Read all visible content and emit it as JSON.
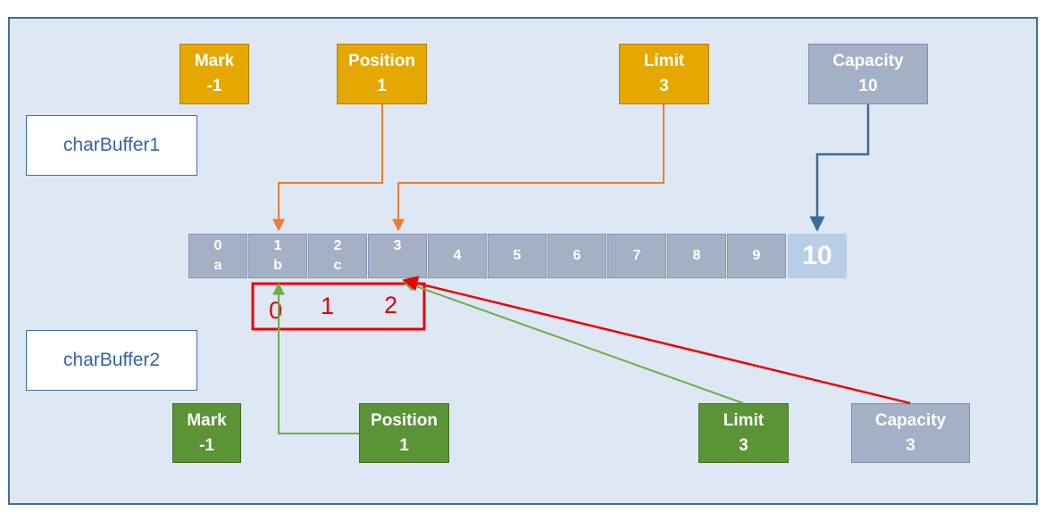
{
  "buffer1": {
    "name": "charBuffer1",
    "mark": {
      "label": "Mark",
      "value": "-1"
    },
    "position": {
      "label": "Position",
      "value": "1"
    },
    "limit": {
      "label": "Limit",
      "value": "3"
    },
    "capacity": {
      "label": "Capacity",
      "value": "10"
    }
  },
  "buffer2": {
    "name": "charBuffer2",
    "mark": {
      "label": "Mark",
      "value": "-1"
    },
    "position": {
      "label": "Position",
      "value": "1"
    },
    "limit": {
      "label": "Limit",
      "value": "3"
    },
    "capacity": {
      "label": "Capacity",
      "value": "3"
    }
  },
  "cells": [
    {
      "index": "0",
      "char": "a"
    },
    {
      "index": "1",
      "char": "b"
    },
    {
      "index": "2",
      "char": "c"
    },
    {
      "index": "3",
      "char": ""
    },
    {
      "index": "4",
      "char": ""
    },
    {
      "index": "5",
      "char": ""
    },
    {
      "index": "6",
      "char": ""
    },
    {
      "index": "7",
      "char": ""
    },
    {
      "index": "8",
      "char": ""
    },
    {
      "index": "9",
      "char": ""
    }
  ],
  "capacity_cell": "10",
  "slice_indices": [
    "0",
    "1",
    "2"
  ],
  "colors": {
    "orange_arrow": "#ed7d31",
    "blue_arrow": "#3f6b99",
    "green_arrow": "#70ad47",
    "red_arrow": "#ee0000"
  }
}
